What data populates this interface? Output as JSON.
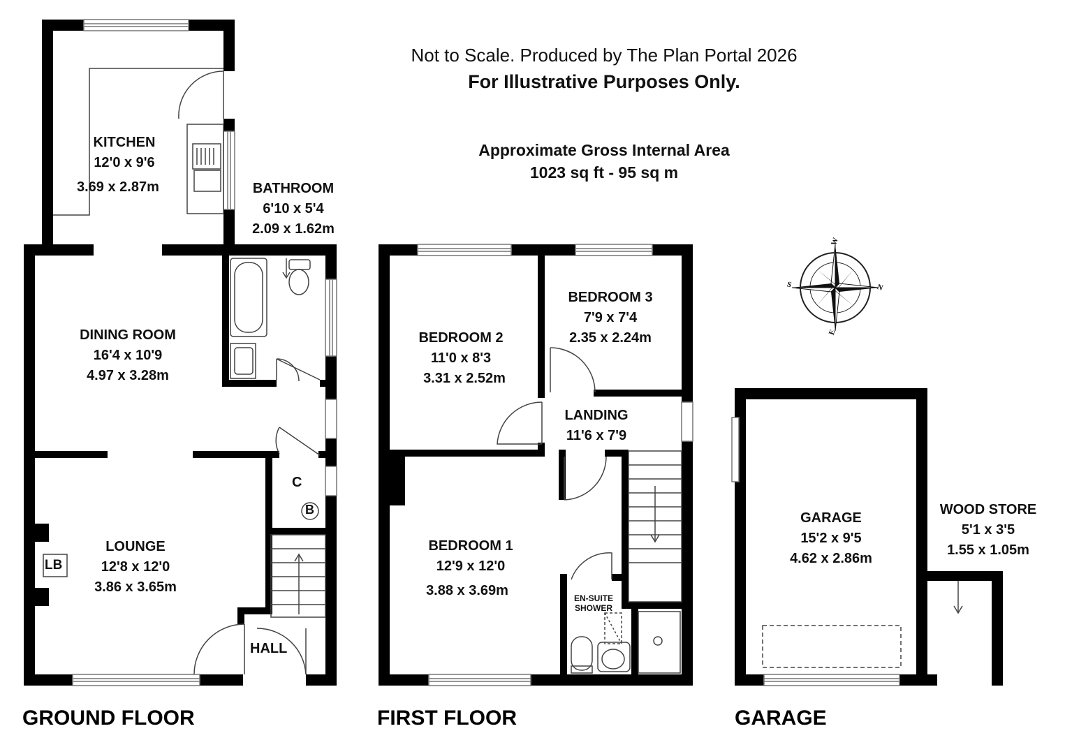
{
  "header": {
    "disclaimer": "Not to Scale. Produced by The Plan Portal 2026",
    "illustrative": "For Illustrative Purposes Only.",
    "area_title": "Approximate Gross Internal Area",
    "area_value": "1023 sq ft - 95 sq m"
  },
  "floors": {
    "ground": "GROUND FLOOR",
    "first": "FIRST FLOOR",
    "garage": "GARAGE"
  },
  "rooms": {
    "kitchen": {
      "name": "KITCHEN",
      "imperial": "12'0 x 9'6",
      "metric": "3.69 x 2.87m"
    },
    "bathroom": {
      "name": "BATHROOM",
      "imperial": "6'10 x 5'4",
      "metric": "2.09 x 1.62m"
    },
    "dining": {
      "name": "DINING ROOM",
      "imperial": "16'4 x 10'9",
      "metric": "4.97 x 3.28m"
    },
    "lounge": {
      "name": "LOUNGE",
      "imperial": "12'8 x 12'0",
      "metric": "3.86 x 3.65m"
    },
    "hall": {
      "name": "HALL"
    },
    "cupboard": {
      "name": "C"
    },
    "boiler": {
      "name": "B"
    },
    "log_burner": {
      "name": "LB"
    },
    "bedroom2": {
      "name": "BEDROOM  2",
      "imperial": "11'0 x 8'3",
      "metric": "3.31 x 2.52m"
    },
    "bedroom3": {
      "name": "BEDROOM  3",
      "imperial": "7'9 x 7'4",
      "metric": "2.35 x 2.24m"
    },
    "landing": {
      "name": "LANDING",
      "imperial": "11'6 x 7'9"
    },
    "bedroom1": {
      "name": "BEDROOM  1",
      "imperial": "12'9 x 12'0",
      "metric": "3.88 x 3.69m"
    },
    "ensuite": {
      "name_line1": "EN-SUITE",
      "name_line2": "SHOWER"
    },
    "garage": {
      "name": "GARAGE",
      "imperial": "15'2 x 9'5",
      "metric": "4.62 x 2.86m"
    },
    "woodstore": {
      "name": "WOOD STORE",
      "imperial": "5'1 x 3'5",
      "metric": "1.55 x 1.05m"
    }
  },
  "compass": {
    "north": "N",
    "south": "S",
    "east": "E",
    "west": "W"
  },
  "colors": {
    "wall": "#000000",
    "fixture": "#555555",
    "window": "#888888"
  }
}
